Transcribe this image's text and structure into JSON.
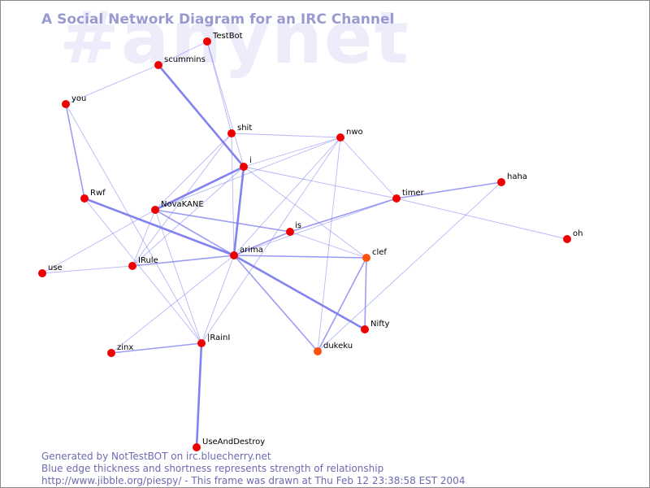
{
  "watermark": "#anynet",
  "title": "A Social Network Diagram for an IRC Channel",
  "colors": {
    "edge": "#7b7bf0",
    "node": "#ee0000",
    "node_alt": "#ff5010",
    "background": "#ffffff"
  },
  "nodes": [
    {
      "id": "TestBot",
      "label": "TestBot"
    },
    {
      "id": "scummins",
      "label": "scummins"
    },
    {
      "id": "you",
      "label": "you"
    },
    {
      "id": "shit",
      "label": "shit"
    },
    {
      "id": "nwo",
      "label": "nwo"
    },
    {
      "id": "i",
      "label": "i"
    },
    {
      "id": "haha",
      "label": "haha"
    },
    {
      "id": "timer",
      "label": "timer"
    },
    {
      "id": "oh",
      "label": "oh"
    },
    {
      "id": "Rwf",
      "label": "Rwf"
    },
    {
      "id": "NovaKANE",
      "label": "NovaKANE"
    },
    {
      "id": "is",
      "label": "is"
    },
    {
      "id": "arima",
      "label": "arima"
    },
    {
      "id": "clef",
      "label": "clef",
      "alt": true
    },
    {
      "id": "use",
      "label": "use"
    },
    {
      "id": "IRule",
      "label": "IRule"
    },
    {
      "id": "Nifty",
      "label": "Nifty"
    },
    {
      "id": "zinx",
      "label": "zinx"
    },
    {
      "id": "IRainI",
      "label": "|RainI"
    },
    {
      "id": "dukeku",
      "label": "dukeku",
      "alt": true
    },
    {
      "id": "UseAndDestroy",
      "label": "UseAndDestroy"
    }
  ],
  "edges": [
    {
      "from": "scummins",
      "to": "TestBot",
      "w": 1
    },
    {
      "from": "scummins",
      "to": "you",
      "w": 1
    },
    {
      "from": "scummins",
      "to": "i",
      "w": 3
    },
    {
      "from": "TestBot",
      "to": "shit",
      "w": 1
    },
    {
      "from": "TestBot",
      "to": "i",
      "w": 1
    },
    {
      "from": "you",
      "to": "Rwf",
      "w": 2
    },
    {
      "from": "you",
      "to": "IRainI",
      "w": 1
    },
    {
      "from": "shit",
      "to": "nwo",
      "w": 1
    },
    {
      "from": "shit",
      "to": "arima",
      "w": 1
    },
    {
      "from": "shit",
      "to": "NovaKANE",
      "w": 1
    },
    {
      "from": "shit",
      "to": "IRule",
      "w": 1
    },
    {
      "from": "i",
      "to": "arima",
      "w": 3
    },
    {
      "from": "i",
      "to": "NovaKANE",
      "w": 3
    },
    {
      "from": "i",
      "to": "IRule",
      "w": 1
    },
    {
      "from": "i",
      "to": "nwo",
      "w": 1
    },
    {
      "from": "i",
      "to": "timer",
      "w": 1
    },
    {
      "from": "i",
      "to": "clef",
      "w": 1
    },
    {
      "from": "nwo",
      "to": "NovaKANE",
      "w": 1
    },
    {
      "from": "nwo",
      "to": "arima",
      "w": 1
    },
    {
      "from": "nwo",
      "to": "timer",
      "w": 1
    },
    {
      "from": "nwo",
      "to": "dukeku",
      "w": 1
    },
    {
      "from": "nwo",
      "to": "IRainI",
      "w": 1
    },
    {
      "from": "timer",
      "to": "haha",
      "w": 2
    },
    {
      "from": "timer",
      "to": "oh",
      "w": 1
    },
    {
      "from": "timer",
      "to": "is",
      "w": 2
    },
    {
      "from": "timer",
      "to": "arima",
      "w": 1
    },
    {
      "from": "haha",
      "to": "dukeku",
      "w": 1
    },
    {
      "from": "Rwf",
      "to": "arima",
      "w": 3
    },
    {
      "from": "Rwf",
      "to": "IRainI",
      "w": 1
    },
    {
      "from": "NovaKANE",
      "to": "is",
      "w": 2
    },
    {
      "from": "NovaKANE",
      "to": "arima",
      "w": 2
    },
    {
      "from": "NovaKANE",
      "to": "IRainI",
      "w": 1
    },
    {
      "from": "NovaKANE",
      "to": "IRule",
      "w": 1
    },
    {
      "from": "NovaKANE",
      "to": "use",
      "w": 1
    },
    {
      "from": "is",
      "to": "arima",
      "w": 2
    },
    {
      "from": "is",
      "to": "clef",
      "w": 1
    },
    {
      "from": "arima",
      "to": "clef",
      "w": 2
    },
    {
      "from": "arima",
      "to": "Nifty",
      "w": 3
    },
    {
      "from": "arima",
      "to": "IRule",
      "w": 2
    },
    {
      "from": "arima",
      "to": "zinx",
      "w": 1
    },
    {
      "from": "arima",
      "to": "IRainI",
      "w": 1
    },
    {
      "from": "arima",
      "to": "dukeku",
      "w": 2
    },
    {
      "from": "clef",
      "to": "Nifty",
      "w": 2
    },
    {
      "from": "clef",
      "to": "dukeku",
      "w": 2
    },
    {
      "from": "use",
      "to": "IRule",
      "w": 1
    },
    {
      "from": "zinx",
      "to": "IRainI",
      "w": 2
    },
    {
      "from": "IRainI",
      "to": "UseAndDestroy",
      "w": 3
    }
  ],
  "footer": {
    "line1": "Generated by NotTestBOT on irc.bluecherry.net",
    "line2": "Blue edge thickness and shortness represents strength of relationship",
    "line3": "http://www.jibble.org/piespy/ - This frame was drawn at Thu Feb 12 23:38:58 EST 2004"
  }
}
